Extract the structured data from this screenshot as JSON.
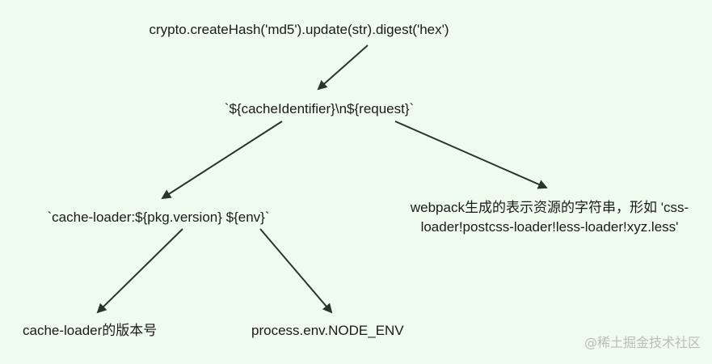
{
  "nodes": {
    "hash": "crypto.createHash('md5').update(str).digest('hex')",
    "identifier": "`${cacheIdentifier}\\n${request}`",
    "cache_loader": "`cache-loader:${pkg.version} ${env}`",
    "webpack_line1": "webpack生成的表示资源的字符串，形如 'css-",
    "webpack_line2": "loader!postcss-loader!less-loader!xyz.less'",
    "version": "cache-loader的版本号",
    "env": "process.env.NODE_ENV"
  },
  "watermark": "@稀土掘金技术社区",
  "colors": {
    "background": "#f0fbef",
    "arrow": "#2b332b",
    "text": "#1a1a1a"
  }
}
